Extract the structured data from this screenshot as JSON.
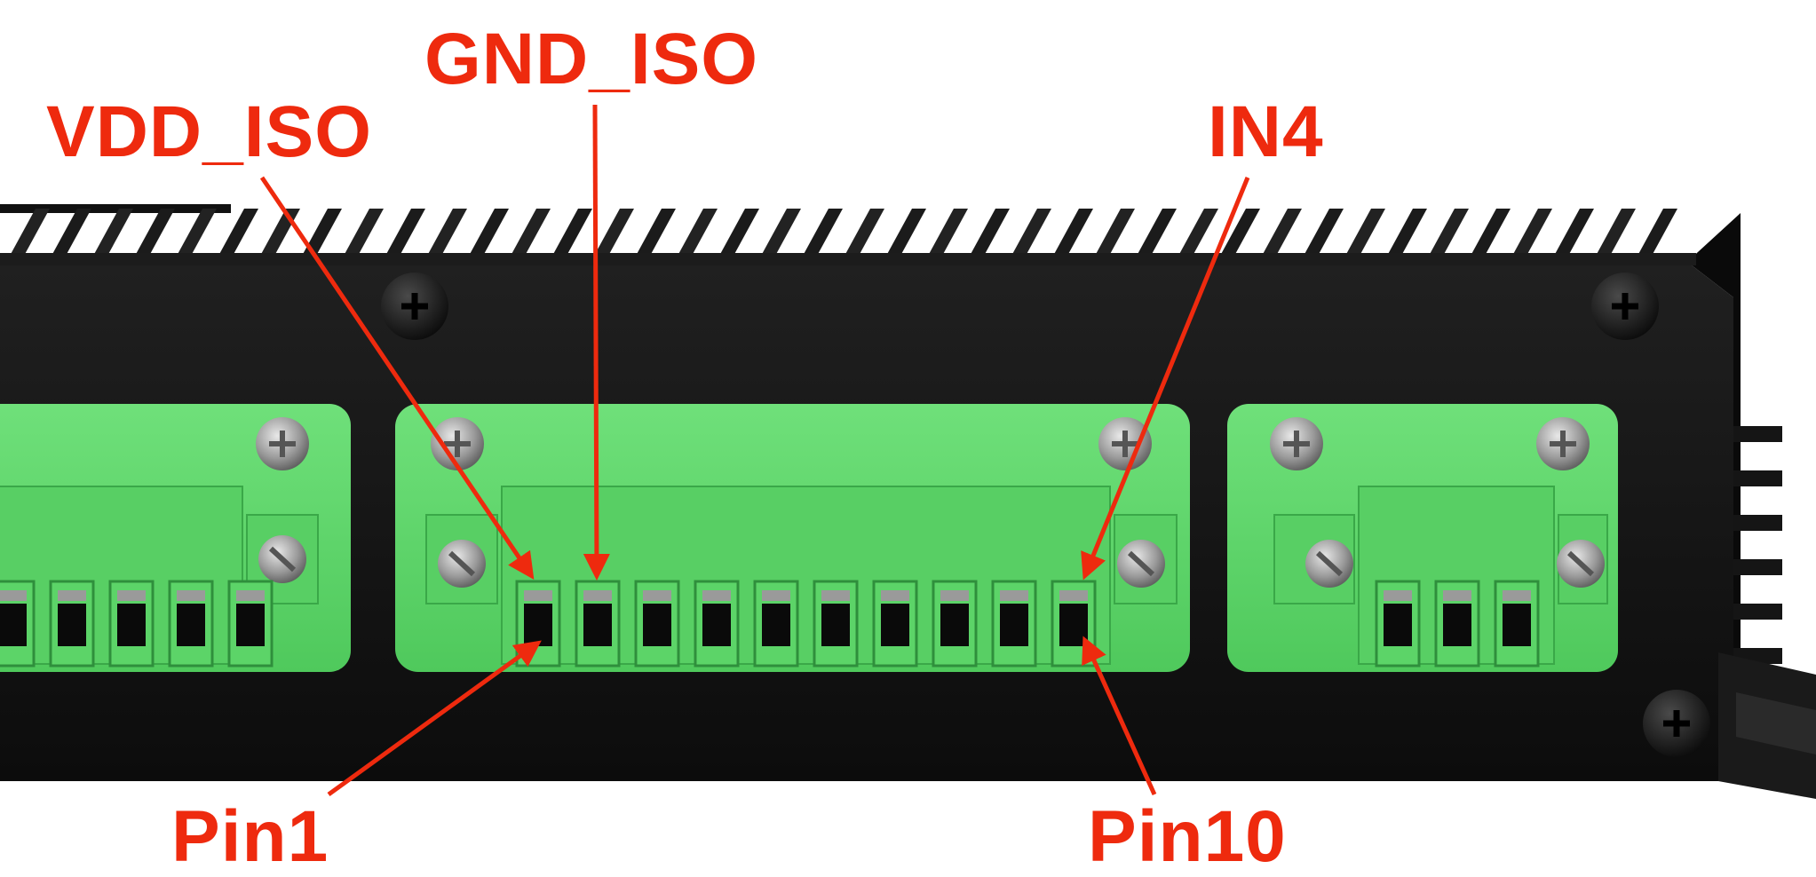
{
  "labels": {
    "gnd_iso": "GND_ISO",
    "vdd_iso": "VDD_ISO",
    "in4": "IN4",
    "pin1": "Pin1",
    "pin10": "Pin10"
  },
  "colors": {
    "annotation_red": "#ee2a0e",
    "connector_green": "#5fd86a",
    "connector_green_dark": "#2f8f3c",
    "enclosure_black": "#141414",
    "background": "#ffffff"
  },
  "connectors": {
    "left_block_visible_pins": 4,
    "middle_block_pins": 10,
    "right_block_pins": 3
  }
}
